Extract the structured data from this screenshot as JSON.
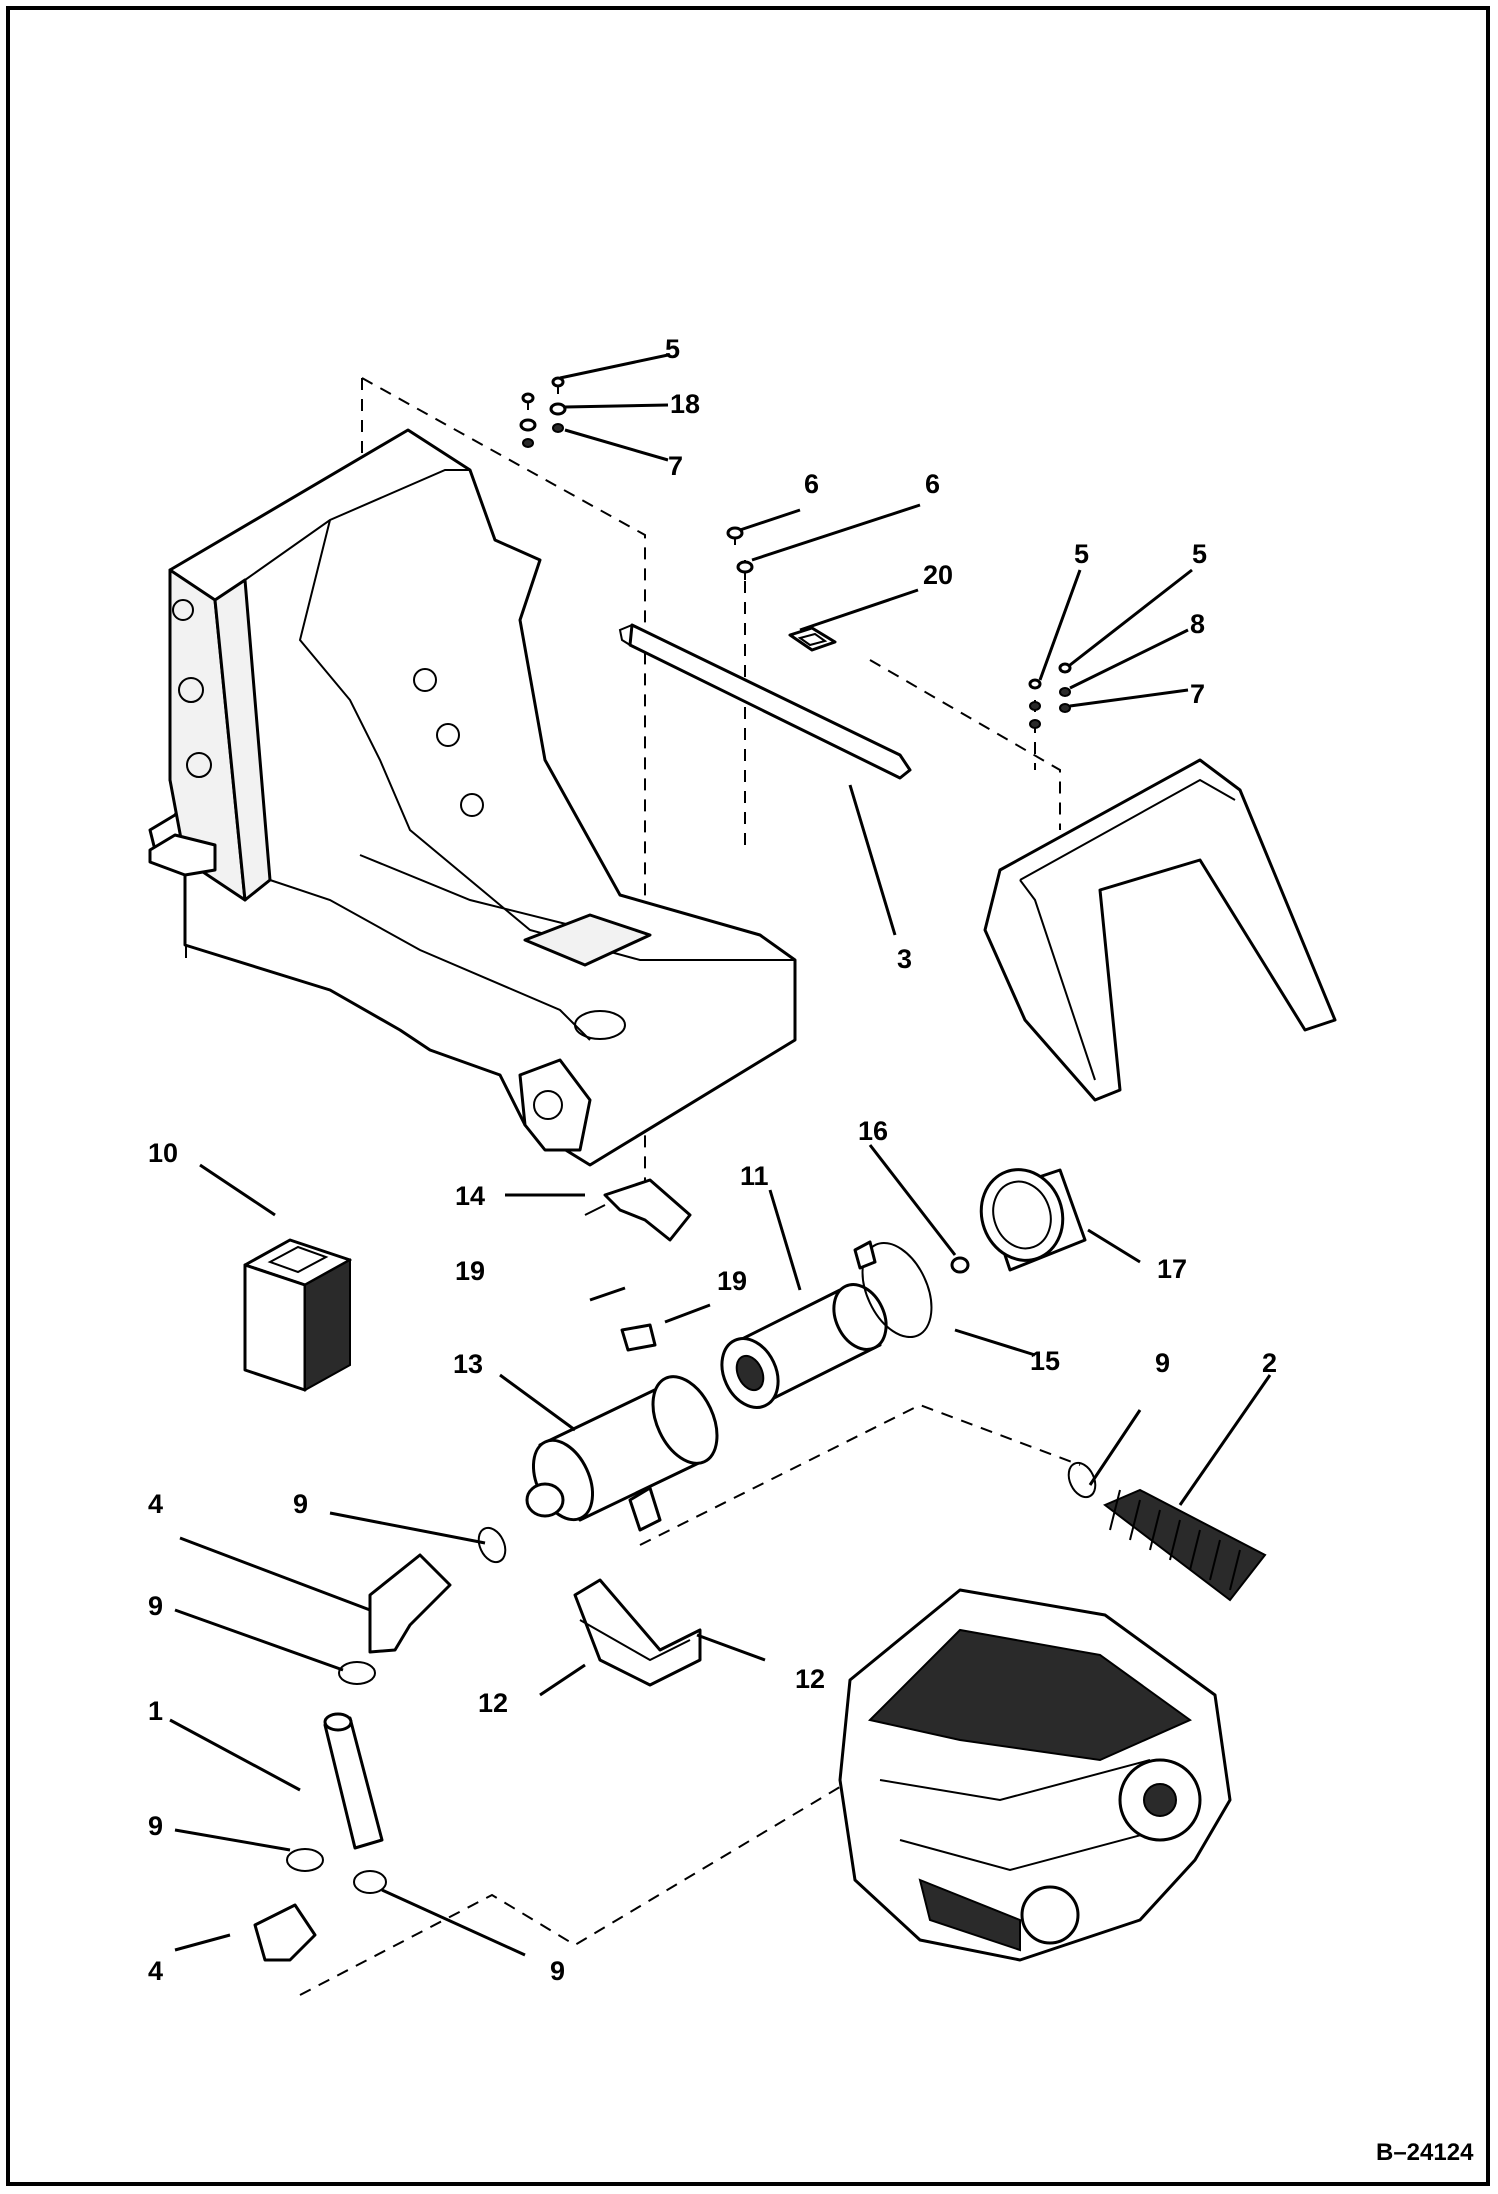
{
  "drawing": {
    "reference_number": "B–24124"
  },
  "callouts": [
    {
      "id": "c5a",
      "label": "5"
    },
    {
      "id": "c18",
      "label": "18"
    },
    {
      "id": "c7a",
      "label": "7"
    },
    {
      "id": "c6a",
      "label": "6"
    },
    {
      "id": "c6b",
      "label": "6"
    },
    {
      "id": "c20",
      "label": "20"
    },
    {
      "id": "c5b",
      "label": "5"
    },
    {
      "id": "c5c",
      "label": "5"
    },
    {
      "id": "c8",
      "label": "8"
    },
    {
      "id": "c7b",
      "label": "7"
    },
    {
      "id": "c3",
      "label": "3"
    },
    {
      "id": "c10",
      "label": "10"
    },
    {
      "id": "c14",
      "label": "14"
    },
    {
      "id": "c11",
      "label": "11"
    },
    {
      "id": "c16",
      "label": "16"
    },
    {
      "id": "c17",
      "label": "17"
    },
    {
      "id": "c19a",
      "label": "19"
    },
    {
      "id": "c19b",
      "label": "19"
    },
    {
      "id": "c15",
      "label": "15"
    },
    {
      "id": "c13",
      "label": "13"
    },
    {
      "id": "c9a",
      "label": "9"
    },
    {
      "id": "c2",
      "label": "2"
    },
    {
      "id": "c4a",
      "label": "4"
    },
    {
      "id": "c9b",
      "label": "9"
    },
    {
      "id": "c9c",
      "label": "9"
    },
    {
      "id": "c12a",
      "label": "12"
    },
    {
      "id": "c12b",
      "label": "12"
    },
    {
      "id": "c1",
      "label": "1"
    },
    {
      "id": "c9d",
      "label": "9"
    },
    {
      "id": "c4b",
      "label": "4"
    },
    {
      "id": "c9e",
      "label": "9"
    }
  ]
}
